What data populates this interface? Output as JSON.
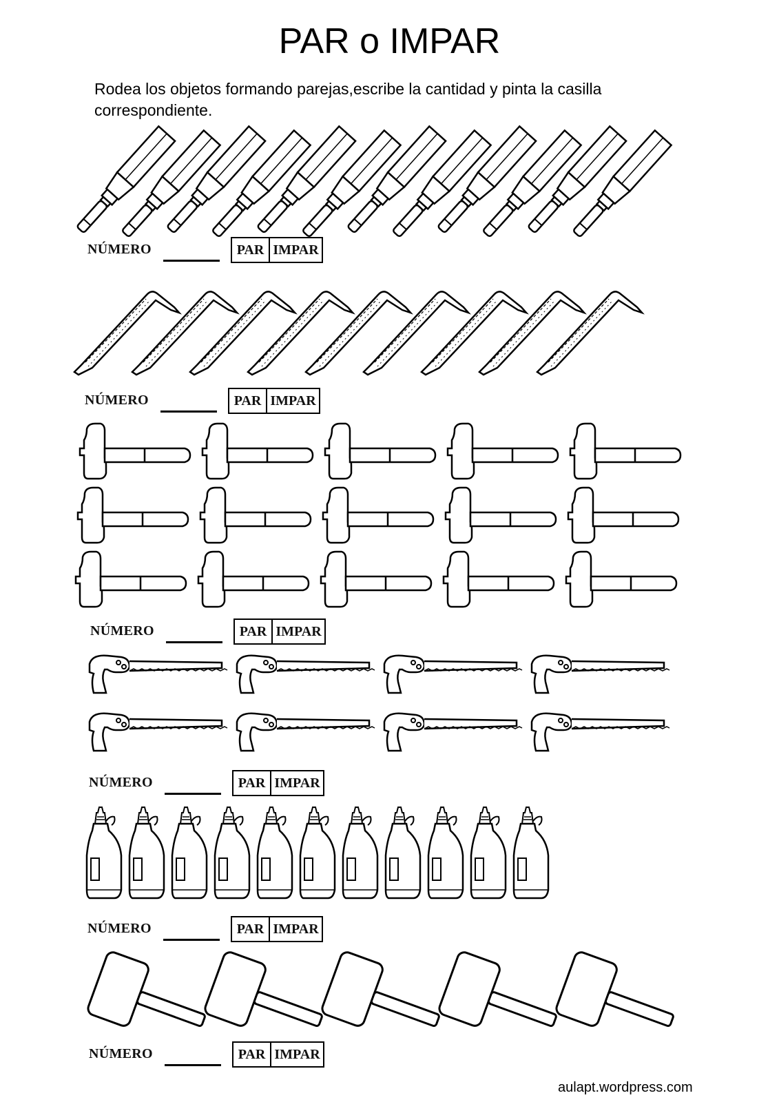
{
  "title": "PAR o IMPAR",
  "instruction": "Rodea los objetos formando parejas,escribe la cantidad y pinta la casilla correspondiente.",
  "answer_labels": {
    "number": "NÚMERO",
    "even": "PAR",
    "odd": "IMPAR"
  },
  "groups": [
    {
      "object": "chisel",
      "count": 12
    },
    {
      "object": "awl",
      "count": 9
    },
    {
      "object": "hammer",
      "count": 15
    },
    {
      "object": "saw",
      "count": 8
    },
    {
      "object": "glue-bottle",
      "count": 11
    },
    {
      "object": "mallet",
      "count": 5
    }
  ],
  "footer": "aulapt.wordpress.com"
}
